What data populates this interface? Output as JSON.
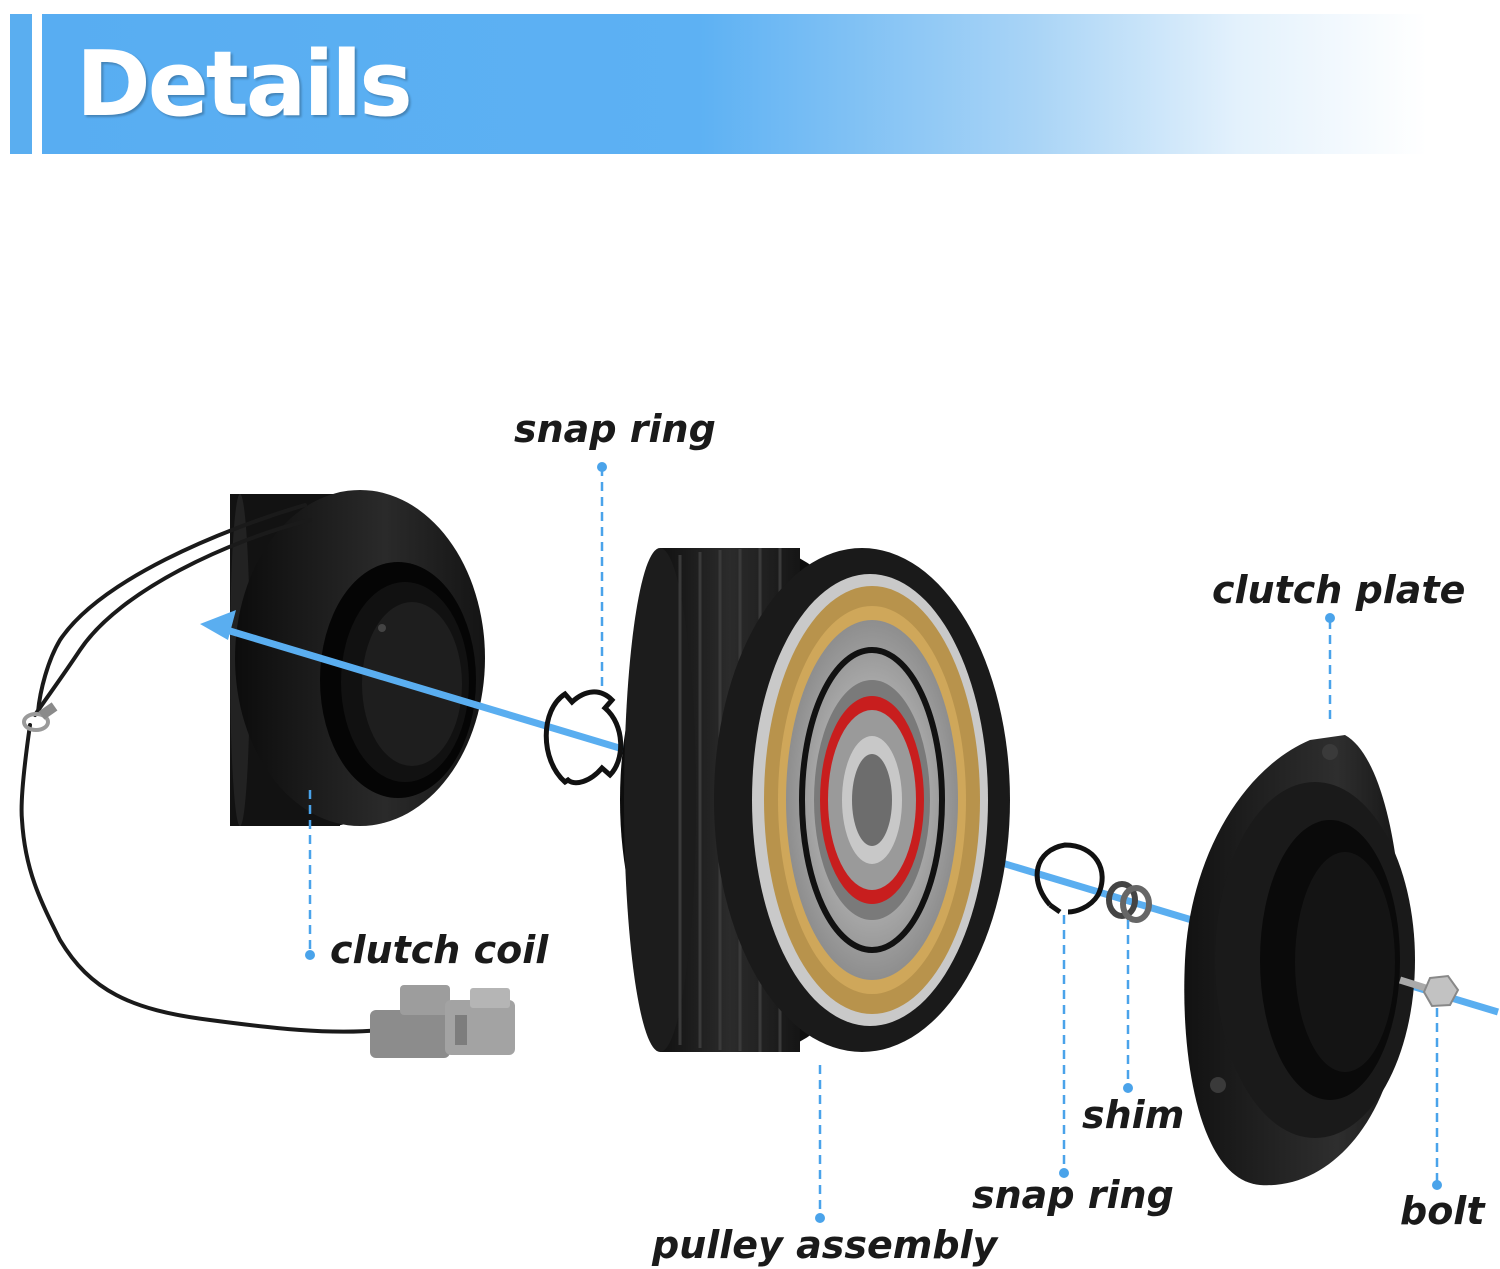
{
  "header": {
    "title": "Details"
  },
  "colors": {
    "accent": "#5aaef0",
    "leader": "#4aa3ea",
    "part": "#1e1e1e",
    "gold": "#b58a3c",
    "seal": "#c81e1e",
    "metal": "#b7b7b7"
  },
  "labels": {
    "snap_ring_top": "snap ring",
    "clutch_plate": "clutch plate",
    "clutch_coil": "clutch coil",
    "shim": "shim",
    "snap_ring_bottom": "snap ring",
    "bolt": "bolt",
    "pulley_assembly": "pulley assembly"
  },
  "parts": [
    "clutch-coil",
    "snap-ring",
    "pulley-assembly",
    "snap-ring",
    "shim",
    "clutch-plate",
    "bolt"
  ]
}
